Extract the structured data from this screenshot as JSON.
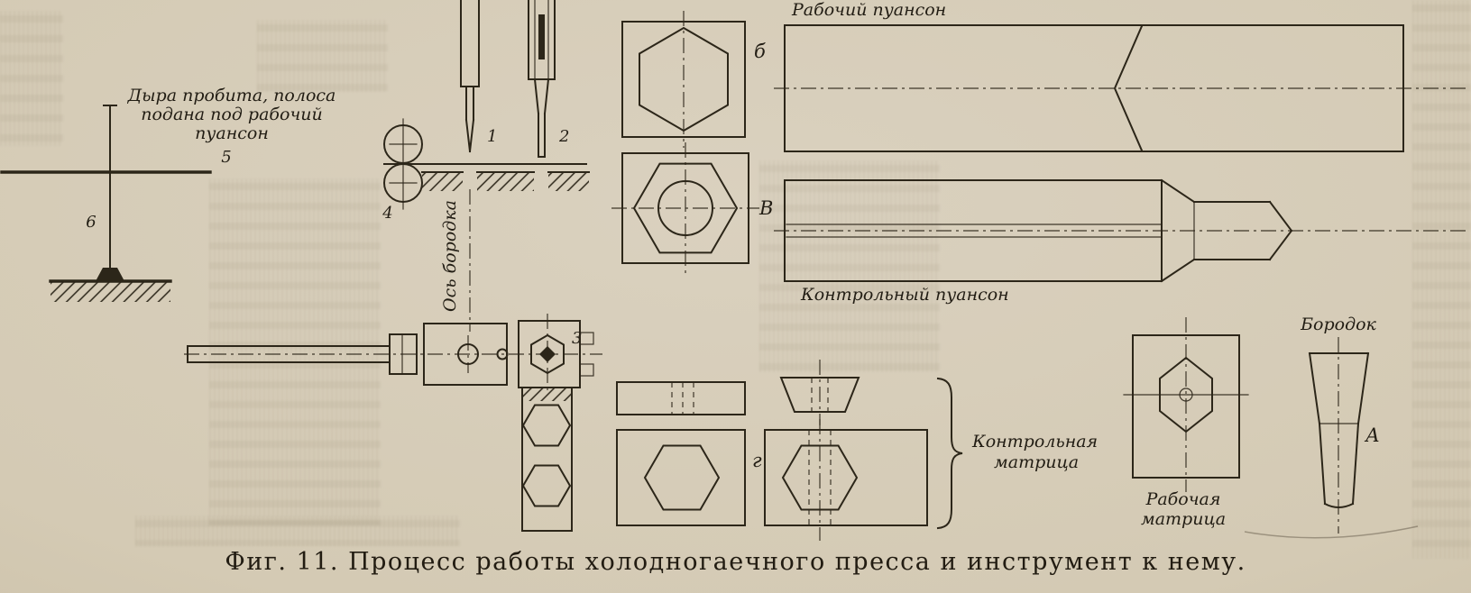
{
  "figure": {
    "caption": "Фиг. 11. Процесс работы холодногаечного пресса и инструмент к нему.",
    "ink_color": "#2c2619",
    "paper_color": "#d4cab4"
  },
  "labels": {
    "note_line1": "Дыра пробита, полоса",
    "note_line2": "подана под рабочий",
    "note_line3": "пуансон",
    "n1": "1",
    "n2": "2",
    "n3": "3",
    "n4": "4",
    "n5": "5",
    "n6": "6",
    "axis": "Ось бородка",
    "view_b": "б",
    "view_v": "В",
    "view_g": "г",
    "letter_a": "А",
    "working_punch": "Рабочий пуансон",
    "control_punch": "Контрольный пуансон",
    "control_die_1": "Контрольная",
    "control_die_2": "матрица",
    "working_die_1": "Рабочая",
    "working_die_2": "матрица",
    "borodok": "Бородок"
  }
}
